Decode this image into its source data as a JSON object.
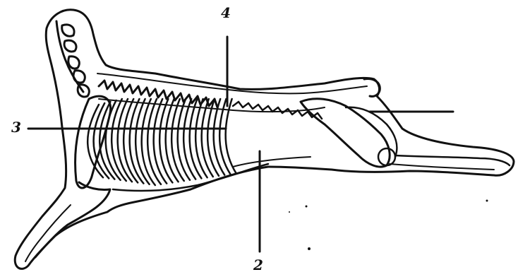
{
  "figure": {
    "callouts": [
      {
        "id": "4",
        "text": "4"
      },
      {
        "id": "3",
        "text": "3"
      },
      {
        "id": "2",
        "text": "2"
      },
      {
        "id": "1",
        "text": ""
      }
    ],
    "ink_color": "#111111",
    "paper_color": "#ffffff"
  }
}
